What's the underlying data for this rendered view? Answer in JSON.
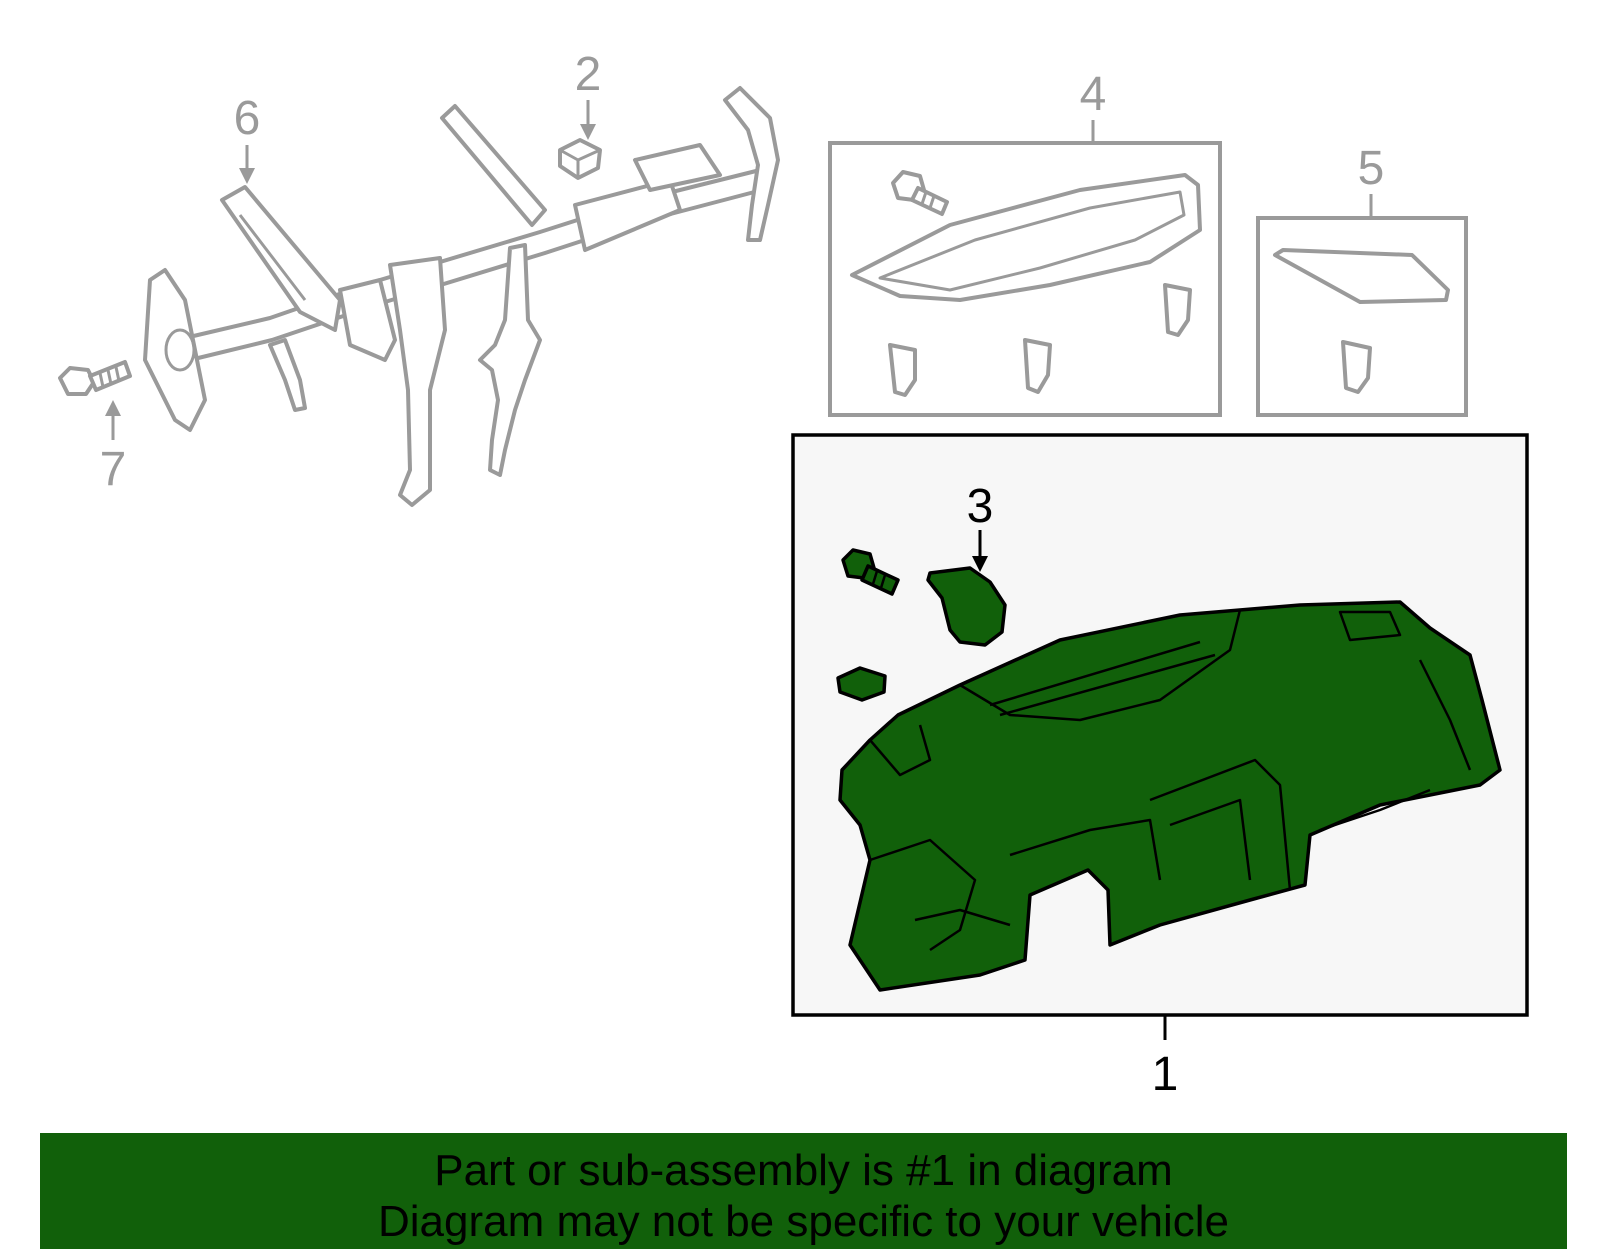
{
  "colors": {
    "accent": "#11600a",
    "callout_grey": "#9a9a9a",
    "callout_black": "#000000",
    "highlight_box_fill": "#f7f7f7"
  },
  "callouts": {
    "c1": "1",
    "c2": "2",
    "c3": "3",
    "c4": "4",
    "c5": "5",
    "c6": "6",
    "c7": "7"
  },
  "highlighted_part": "1",
  "banner": {
    "line1": "Part or sub-assembly is #1 in diagram",
    "line2": "Diagram may not be specific to your vehicle"
  }
}
